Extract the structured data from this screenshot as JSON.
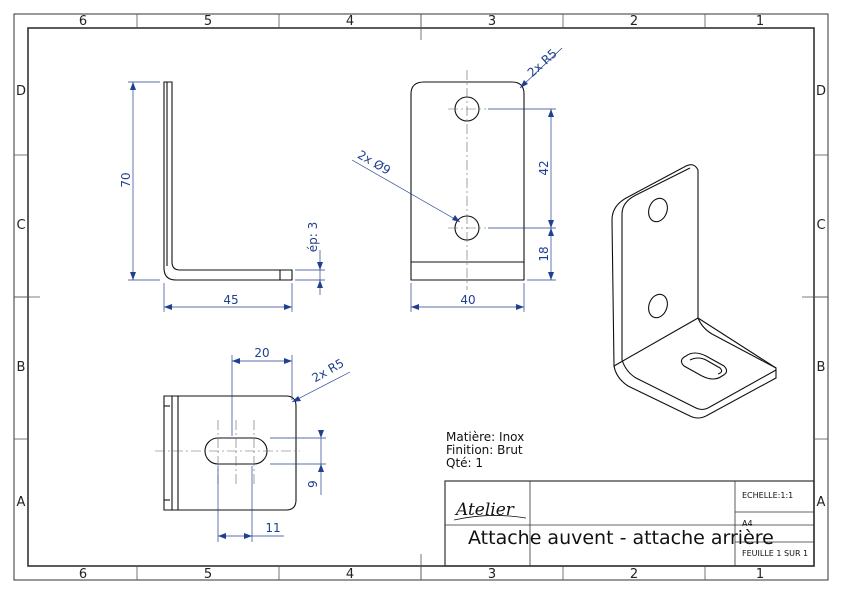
{
  "zones": {
    "columns": [
      "6",
      "5",
      "4",
      "3",
      "2",
      "1"
    ],
    "rows": [
      "D",
      "C",
      "B",
      "A"
    ]
  },
  "dimensions": {
    "side_height": "70",
    "side_width": "45",
    "thickness": "ép: 3",
    "front_width": "40",
    "hole_spacing": "42",
    "hole_offset": "18",
    "hole_diameter": "2x Ø9",
    "front_radius": "2x R5",
    "top_slot_length": "20",
    "top_radius": "2x R5",
    "slot_width": "9",
    "slot_offset": "11"
  },
  "notes": {
    "material": "Matière: Inox",
    "finish": "Finition: Brut",
    "quantity": "Qté: 1"
  },
  "title_block": {
    "logo": "Atelier",
    "title": "Attache auvent - attache arrière",
    "scale": "ECHELLE:1:1",
    "size": "A4",
    "sheet": "FEUILLE 1 SUR 1"
  }
}
